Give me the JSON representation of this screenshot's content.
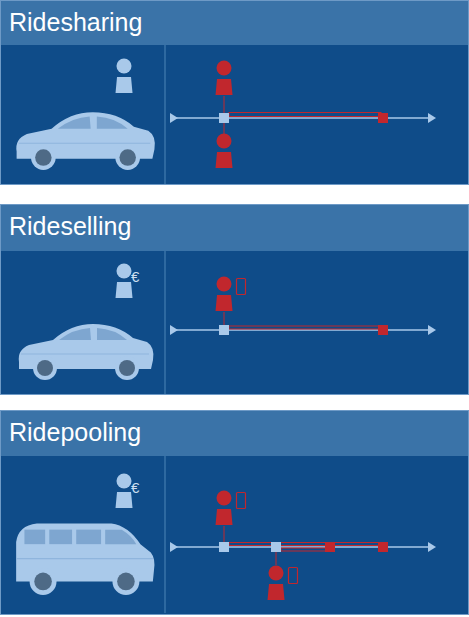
{
  "diagram": {
    "nodes": [
      {
        "text": [
          "Ridesharing"
        ]
      },
      {
        "text": [
          "Rideselling"
        ]
      },
      {
        "text": [
          "Ridepooling"
        ]
      }
    ],
    "labels": [
      "€",
      "€"
    ]
  }
}
